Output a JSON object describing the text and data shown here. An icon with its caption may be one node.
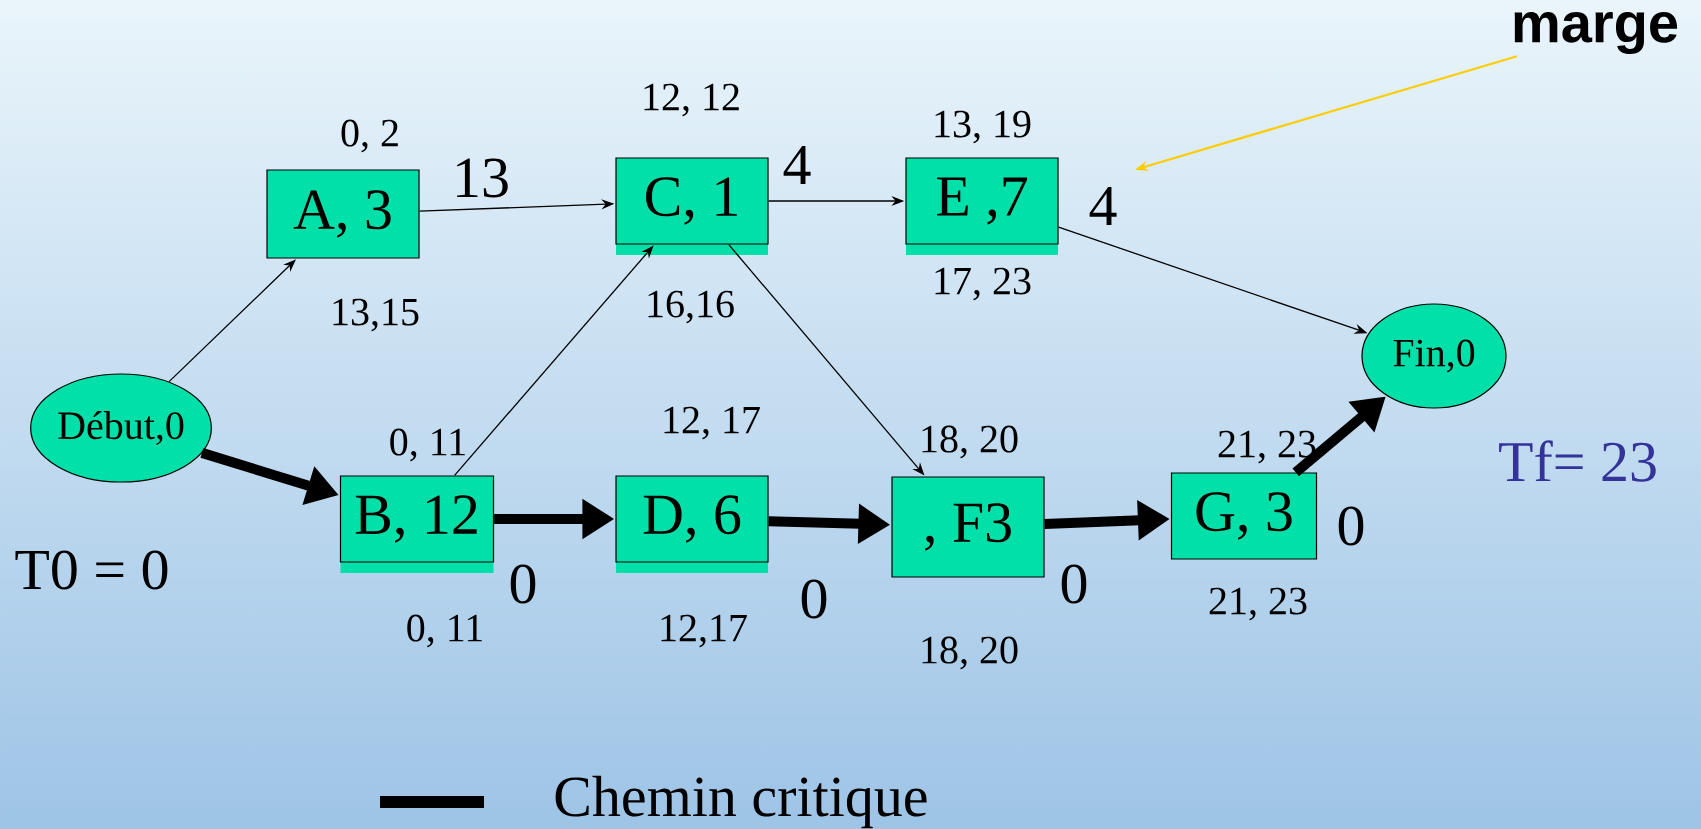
{
  "diagram": {
    "nodes": [
      {
        "text": [
          "Début,0"
        ]
      },
      {
        "text": [
          "A, 3"
        ],
        "beside": [
          "0, 2",
          "13,15"
        ]
      },
      {
        "text": [
          "C, 1"
        ],
        "beside": [
          "12, 12",
          "16,16"
        ]
      },
      {
        "text": [
          "E ,7"
        ],
        "beside": [
          "13, 19",
          "17, 23"
        ]
      },
      {
        "text": [
          "B, 12"
        ],
        "beside": [
          "0, 11",
          "0, 11"
        ]
      },
      {
        "text": [
          "D, 6"
        ],
        "beside": [
          "12, 17",
          "12,17"
        ]
      },
      {
        "text": [
          ", F3"
        ],
        "beside": [
          "18, 20",
          "18, 20"
        ]
      },
      {
        "text": [
          "G, 3"
        ],
        "beside": [
          "21, 23",
          "21, 23"
        ]
      },
      {
        "text": [
          "Fin,0"
        ]
      },
      {
        "text": [
          "marge"
        ]
      }
    ],
    "edges": [
      {
        "from": 0,
        "to": 1,
        "arrow": "to"
      },
      {
        "from": 0,
        "to": 4,
        "arrow": "to",
        "style": "thick"
      },
      {
        "from": 1,
        "to": 2,
        "arrow": "to",
        "label": "13"
      },
      {
        "from": 4,
        "to": 2,
        "arrow": "to"
      },
      {
        "from": 4,
        "to": 5,
        "arrow": "to",
        "style": "thick",
        "label": "0"
      },
      {
        "from": 2,
        "to": 3,
        "arrow": "to",
        "label": "4"
      },
      {
        "from": 2,
        "to": 6,
        "arrow": "to"
      },
      {
        "from": 5,
        "to": 6,
        "arrow": "to",
        "style": "thick",
        "label": "0"
      },
      {
        "from": 3,
        "to": 8,
        "arrow": "to",
        "label": "4"
      },
      {
        "from": 6,
        "to": 7,
        "arrow": "to",
        "style": "thick",
        "label": "0"
      },
      {
        "from": 7,
        "to": 8,
        "arrow": "to",
        "style": "thick",
        "label": "0"
      },
      {
        "from": 9,
        "to": null,
        "arrow": "to",
        "color": "#ffcc00"
      }
    ],
    "labels": [
      "T0 = 0",
      "Tf= 23"
    ],
    "legend": [
      {
        "text": "Chemin critique",
        "color": "#000000"
      }
    ]
  }
}
